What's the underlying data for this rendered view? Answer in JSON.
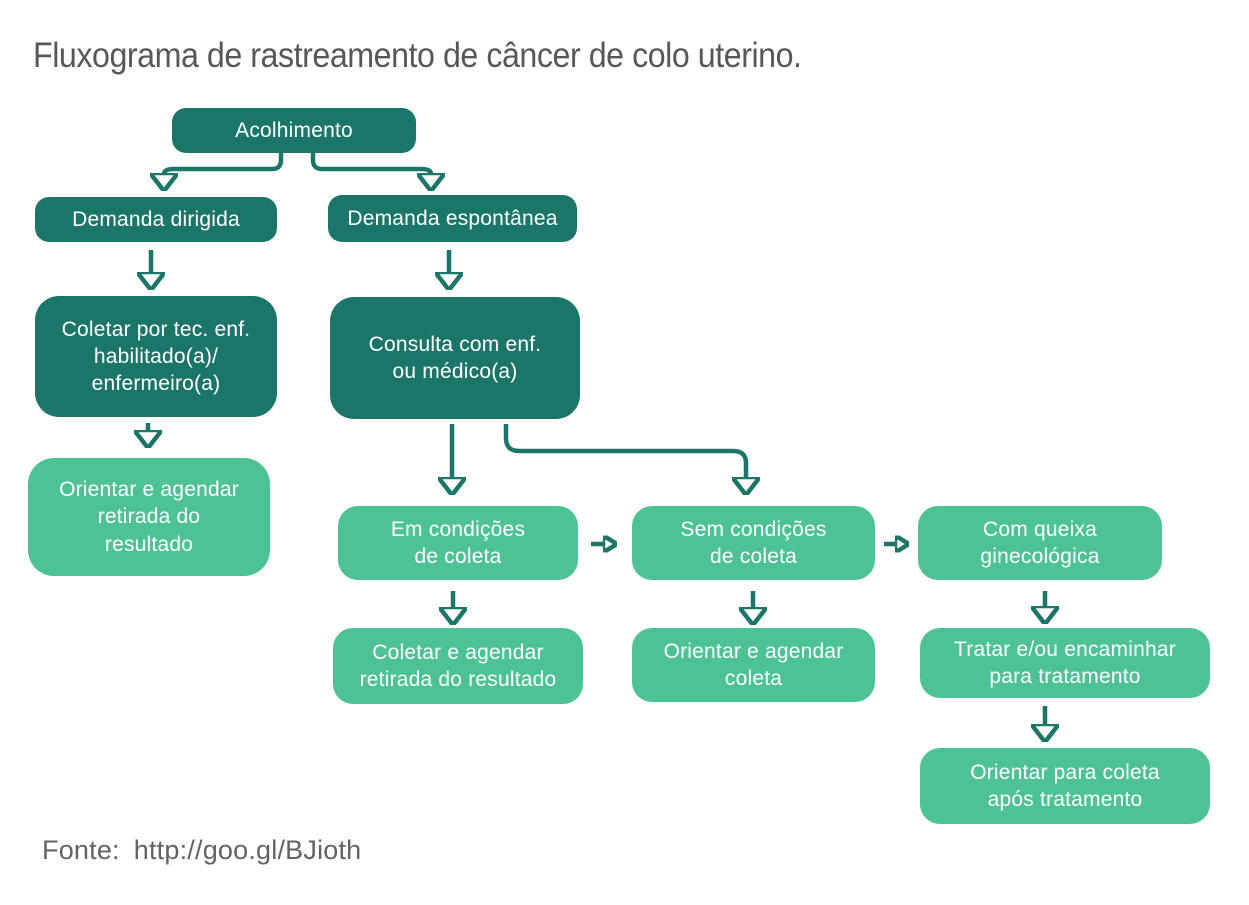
{
  "page": {
    "title": "Fluxograma de rastreamento de câncer de colo uterino.",
    "source_label": "Fonte:",
    "source_url": "http://goo.gl/BJioth"
  },
  "colors": {
    "dark_teal": "#1b7669",
    "light_green": "#4cc295",
    "arrow": "#1b7669",
    "title_text": "#56575a",
    "source_text": "#616365",
    "background": "#ffffff",
    "node_text": "#ffffff"
  },
  "nodes": {
    "acolhimento": {
      "label": "Acolhimento",
      "variant": "dark"
    },
    "demanda_dirigida": {
      "label": "Demanda dirigida",
      "variant": "dark"
    },
    "demanda_espontanea": {
      "label": "Demanda espontânea",
      "variant": "dark"
    },
    "coletar_tec": {
      "label": "Coletar por tec. enf.\nhabilitado(a)/\nenfermeiro(a)",
      "variant": "dark"
    },
    "consulta": {
      "label": "Consulta com enf.\nou médico(a)",
      "variant": "dark"
    },
    "orientar_retirada": {
      "label": "Orientar e agendar\nretirada do\nresultado",
      "variant": "light"
    },
    "em_condicoes": {
      "label": "Em condições\nde coleta",
      "variant": "light"
    },
    "sem_condicoes": {
      "label": "Sem condições\nde coleta",
      "variant": "light"
    },
    "com_queixa": {
      "label": "Com queixa\nginecológica",
      "variant": "light"
    },
    "coletar_agendar": {
      "label": "Coletar e agendar\nretirada do resultado",
      "variant": "light"
    },
    "orientar_coleta": {
      "label": "Orientar e agendar\ncoleta",
      "variant": "light"
    },
    "tratar": {
      "label": "Tratar e/ou encaminhar\npara tratamento",
      "variant": "light"
    },
    "orientar_apos": {
      "label": "Orientar para coleta\napós tratamento",
      "variant": "light"
    }
  },
  "edges": [
    {
      "from": "acolhimento",
      "to": "demanda_dirigida"
    },
    {
      "from": "acolhimento",
      "to": "demanda_espontanea"
    },
    {
      "from": "demanda_dirigida",
      "to": "coletar_tec"
    },
    {
      "from": "demanda_espontanea",
      "to": "consulta"
    },
    {
      "from": "coletar_tec",
      "to": "orientar_retirada"
    },
    {
      "from": "consulta",
      "to": "em_condicoes"
    },
    {
      "from": "consulta",
      "to": "sem_condicoes"
    },
    {
      "from": "em_condicoes",
      "to": "sem_condicoes"
    },
    {
      "from": "sem_condicoes",
      "to": "com_queixa"
    },
    {
      "from": "em_condicoes",
      "to": "coletar_agendar"
    },
    {
      "from": "sem_condicoes",
      "to": "orientar_coleta"
    },
    {
      "from": "com_queixa",
      "to": "tratar"
    },
    {
      "from": "tratar",
      "to": "orientar_apos"
    }
  ]
}
